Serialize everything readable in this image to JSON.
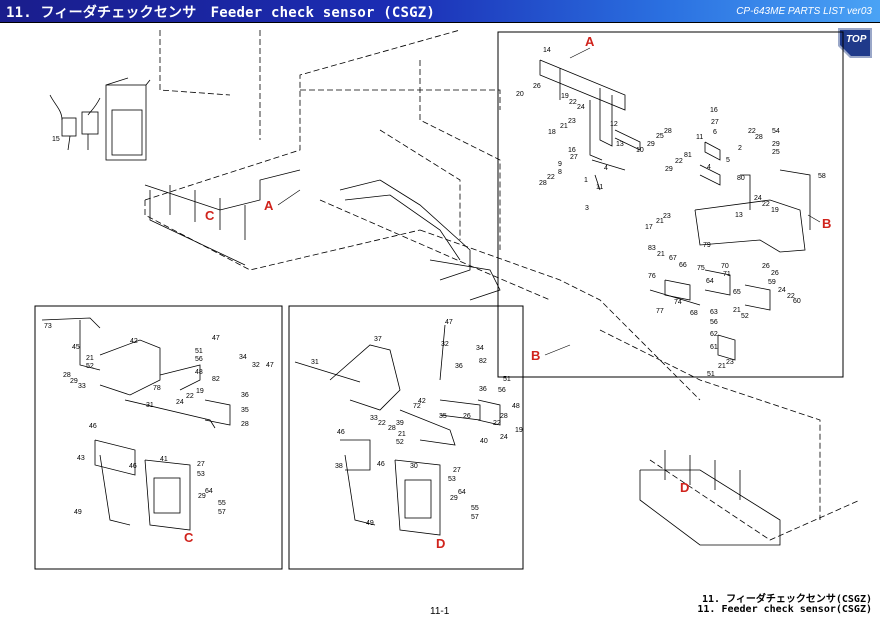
{
  "header": {
    "title": "11. フィーダチェックセンサ　Feeder check sensor (CSGZ)",
    "parts_list": "CP-643ME PARTS LIST ver03"
  },
  "top_button": {
    "label": "TOP"
  },
  "diagram": {
    "section_letters": [
      "A",
      "A",
      "B",
      "B",
      "C",
      "C",
      "D",
      "D"
    ],
    "callouts_main": [
      "15"
    ],
    "callouts_a": [
      "14",
      "20",
      "26",
      "19",
      "22",
      "24",
      "21",
      "23",
      "18",
      "12",
      "16",
      "27",
      "13",
      "28",
      "29",
      "25",
      "10",
      "9",
      "8",
      "22",
      "28",
      "1",
      "4",
      "11",
      "3",
      "16",
      "27",
      "11",
      "6",
      "22",
      "28",
      "54",
      "29",
      "25",
      "81",
      "5",
      "4",
      "22",
      "29",
      "2"
    ],
    "callouts_b": [
      "58",
      "80",
      "24",
      "22",
      "19",
      "13",
      "23",
      "21",
      "17",
      "79",
      "83",
      "21",
      "67",
      "66",
      "75",
      "70",
      "76",
      "64",
      "71",
      "65",
      "74",
      "77",
      "68",
      "59",
      "24",
      "22",
      "60",
      "26",
      "26",
      "63",
      "56",
      "21",
      "52",
      "62",
      "61",
      "21",
      "51",
      "23"
    ],
    "callouts_c": [
      "73",
      "42",
      "45",
      "21",
      "52",
      "28",
      "29",
      "33",
      "78",
      "31",
      "47",
      "51",
      "56",
      "48",
      "34",
      "32",
      "47",
      "82",
      "36",
      "19",
      "22",
      "24",
      "35",
      "28",
      "46",
      "43",
      "46",
      "41",
      "27",
      "53",
      "64",
      "29",
      "55",
      "57",
      "49"
    ],
    "callouts_d": [
      "47",
      "37",
      "32",
      "34",
      "31",
      "36",
      "82",
      "36",
      "51",
      "56",
      "48",
      "35",
      "72",
      "33",
      "22",
      "28",
      "52",
      "39",
      "21",
      "26",
      "22",
      "28",
      "19",
      "40",
      "24",
      "46",
      "38",
      "46",
      "30",
      "27",
      "53",
      "64",
      "29",
      "55",
      "57",
      "49",
      "42"
    ]
  },
  "footer": {
    "page": "11-1",
    "title_jp": "11. フィーダチェックセンサ(CSGZ)",
    "title_en": "11. Feeder check sensor(CSGZ)"
  }
}
